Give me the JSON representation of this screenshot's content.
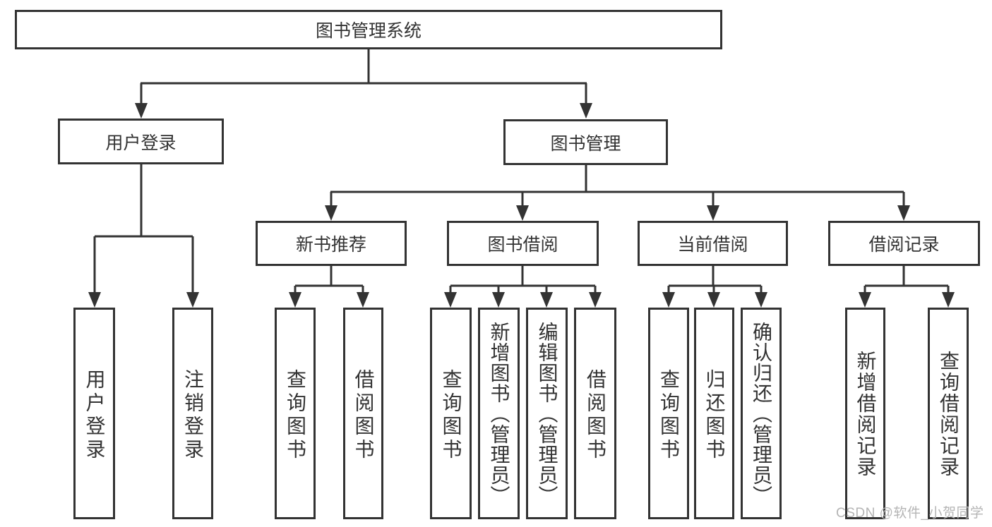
{
  "tree": {
    "root": {
      "label": "图书管理系统"
    },
    "children": [
      {
        "label": "用户登录",
        "children": [
          {
            "label": "用户登录"
          },
          {
            "label": "注销登录"
          }
        ]
      },
      {
        "label": "图书管理",
        "children": [
          {
            "label": "新书推荐",
            "children": [
              {
                "label": "查询图书"
              },
              {
                "label": "借阅图书"
              }
            ]
          },
          {
            "label": "图书借阅",
            "children": [
              {
                "label": "查询图书"
              },
              {
                "label": "新增图书（管理员）"
              },
              {
                "label": "编辑图书（管理员）"
              },
              {
                "label": "借阅图书"
              }
            ]
          },
          {
            "label": "当前借阅",
            "children": [
              {
                "label": "查询图书"
              },
              {
                "label": "归还图书"
              },
              {
                "label": "确认归还（管理员）"
              }
            ]
          },
          {
            "label": "借阅记录",
            "children": [
              {
                "label": "新增借阅记录"
              },
              {
                "label": "查询借阅记录"
              }
            ]
          }
        ]
      }
    ]
  },
  "watermark": {
    "text": "CSDN @软件_小贺同学"
  },
  "colors": {
    "line": "#333333",
    "box_border": "#333333",
    "text": "#333333",
    "watermark": "#b5b5b5",
    "background": "#ffffff"
  }
}
